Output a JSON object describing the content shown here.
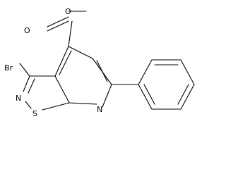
{
  "molecule": {
    "atoms": {
      "o_carbonyl": "O",
      "o_ester": "O",
      "bromine": "Br",
      "n_isothiazole": "N",
      "sulfur": "S",
      "n_pyridine": "N"
    }
  }
}
